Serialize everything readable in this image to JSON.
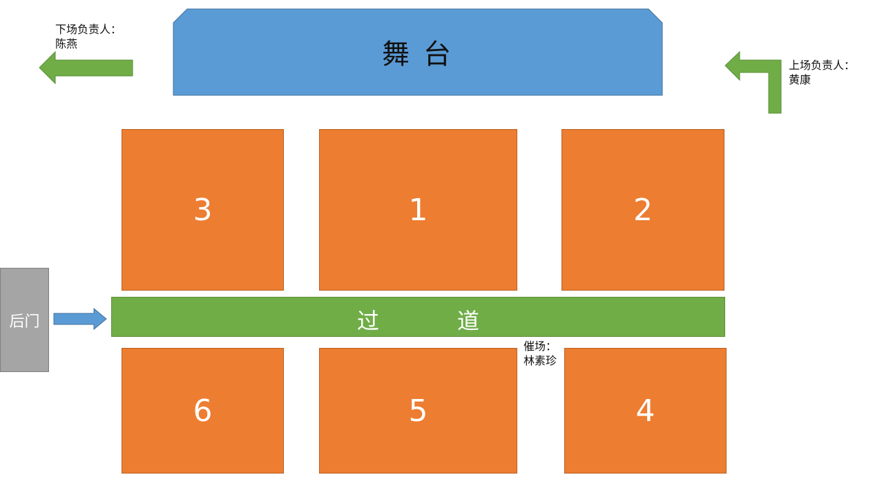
{
  "stage": {
    "char1": "舞",
    "char2": "台",
    "color": "#5b9bd5"
  },
  "blocks": {
    "b1": "1",
    "b2": "2",
    "b3": "3",
    "b4": "4",
    "b5": "5",
    "b6": "6",
    "color": "#ed7d31"
  },
  "aisle": {
    "char1": "过",
    "char2": "道",
    "color": "#70ad47"
  },
  "back_door": {
    "label": "后门",
    "color": "#a5a5a5"
  },
  "exit_manager": {
    "title": "下场负责人：",
    "name": "陈燕"
  },
  "entry_manager": {
    "title": "上场负责人：",
    "name": "黄康"
  },
  "call_manager": {
    "title": "催场：",
    "name": "林素珍"
  },
  "arrows": [
    {
      "name": "exit-arrow",
      "direction": "left",
      "color": "#70ad47"
    },
    {
      "name": "entry-arrow",
      "direction": "up-then-left",
      "color": "#70ad47"
    },
    {
      "name": "door-arrow",
      "direction": "right",
      "color": "#5b9bd5"
    }
  ]
}
